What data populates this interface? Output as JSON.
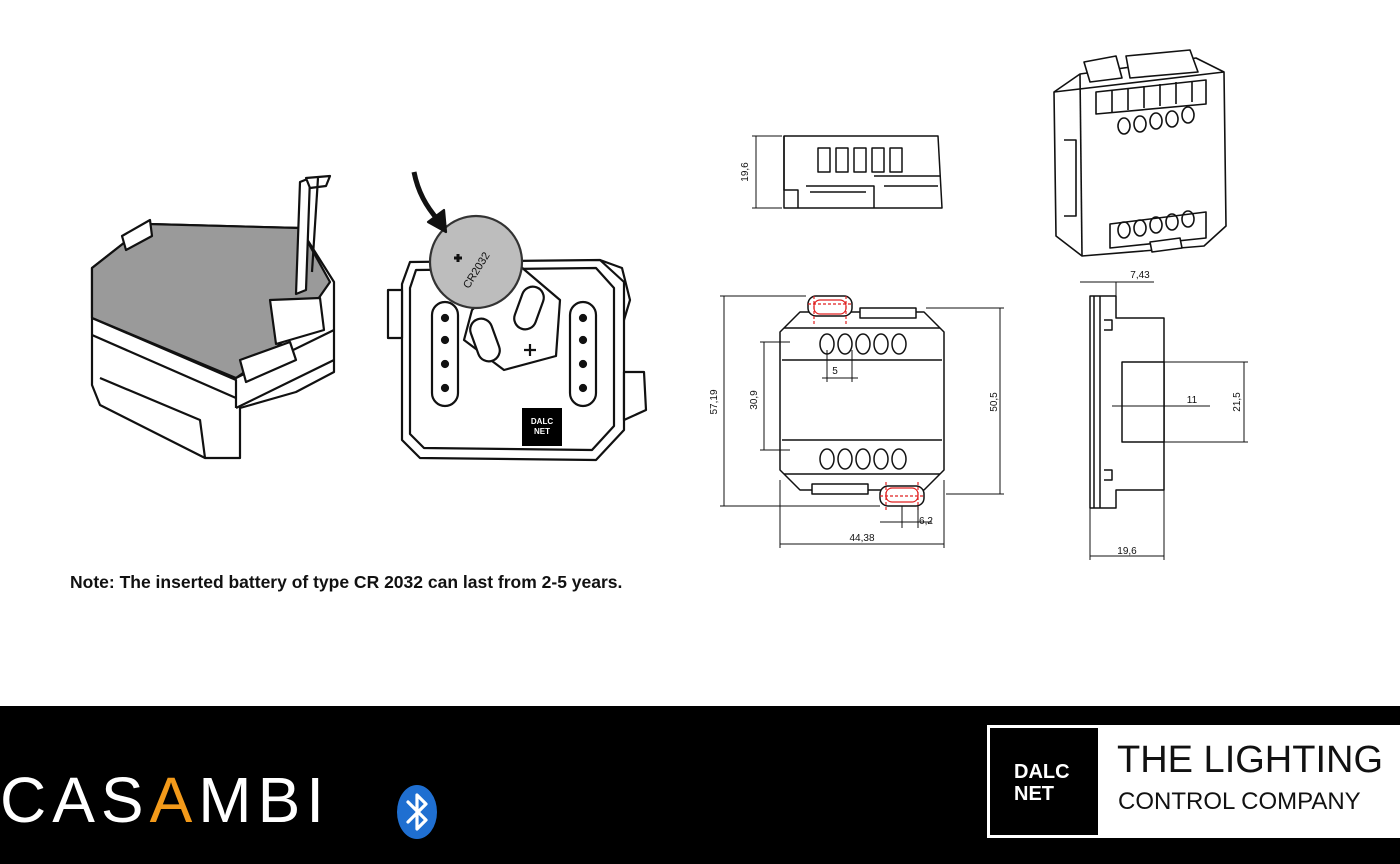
{
  "note": "Note: The inserted battery of type CR 2032 can last from 2-5 years.",
  "battery_label": "CR2032",
  "module_label": [
    "DALC",
    "NET"
  ],
  "dimensions": {
    "side_height": "19,6",
    "top_depth": "7,43",
    "overall_height": "57,19",
    "body_height": "50,5",
    "inner_height": "30,9",
    "terminal_pitch": "5",
    "tab_width": "6,2",
    "body_width": "44,38",
    "side_body": "21,5",
    "side_inner": "11",
    "side_depth": "19,6"
  },
  "footer": {
    "casambi_pre": "CAS",
    "casambi_a": "A",
    "casambi_post": "MBI",
    "dalc_line1": "DALC",
    "dalc_line2": "NET",
    "tagline1": "THE LIGHTING",
    "tagline2": "CONTROL COMPANY"
  },
  "colors": {
    "footer_bg": "#000000",
    "accent": "#f39a1a",
    "bluetooth": "#1f6fd1",
    "highlight": "#e02020"
  }
}
